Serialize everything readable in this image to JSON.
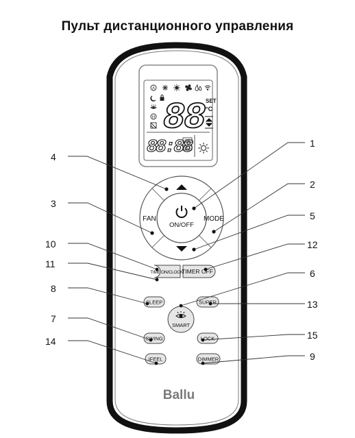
{
  "title": "Пульт дистанционного управления",
  "display": {
    "temp_digits": "88",
    "set_label": "SET",
    "unit_label": "°C",
    "clock_digits": "88:88",
    "on_tag": "ON",
    "off_tag": "OFF",
    "mode_icon_letters": [
      "A",
      "H"
    ]
  },
  "buttons": {
    "fan": "FAN",
    "mode": "MODE",
    "power": "ON/OFF",
    "timer_on": "TIME ON/CLOCK",
    "timer_off": "TIMER OFF",
    "sleep": "SLEEP",
    "super": "SUPER",
    "smart": "SMART",
    "swing": "SWING",
    "lock": "LOCK",
    "ifeel": "IFEEL",
    "dimmer": "DIMMER"
  },
  "callouts": {
    "c1": "1",
    "c2": "2",
    "c3": "3",
    "c4": "4",
    "c5": "5",
    "c6": "6",
    "c7": "7",
    "c8": "8",
    "c9": "9",
    "c10": "10",
    "c11": "11",
    "c12": "12",
    "c13": "13",
    "c14": "14",
    "c15": "15"
  },
  "brand": "Ballu",
  "colors": {
    "outline": "#111111",
    "button_fill": "#e6e6e6",
    "lcd_fill": "#ffffff"
  }
}
